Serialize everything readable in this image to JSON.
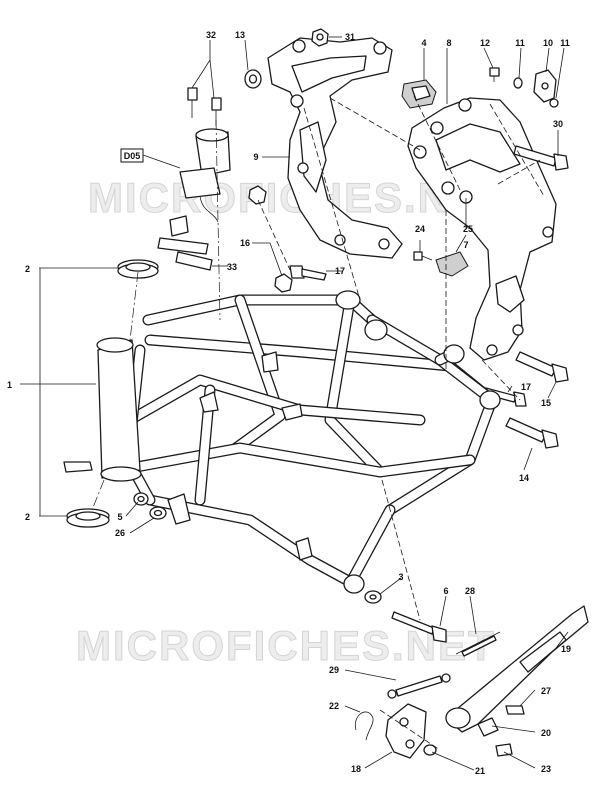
{
  "watermark": {
    "top": "MICROFICHES.NET",
    "bottom": "MICROFICHES.NET"
  },
  "reference_tag": "D05",
  "callouts": {
    "c1": "1",
    "c2a": "2",
    "c2b": "2",
    "c3": "3",
    "c4": "4",
    "c5": "5",
    "c6": "6",
    "c7": "7",
    "c8": "8",
    "c9": "9",
    "c10": "10",
    "c11a": "11",
    "c11b": "11",
    "c12": "12",
    "c13": "13",
    "c14": "14",
    "c15": "15",
    "c16": "16",
    "c17a": "17",
    "c17b": "17",
    "c18": "18",
    "c19": "19",
    "c20": "20",
    "c21": "21",
    "c22": "22",
    "c23": "23",
    "c24": "24",
    "c25": "25",
    "c26": "26",
    "c27": "27",
    "c28": "28",
    "c29": "29",
    "c30": "30",
    "c31": "31",
    "c32": "32",
    "c33": "33"
  }
}
